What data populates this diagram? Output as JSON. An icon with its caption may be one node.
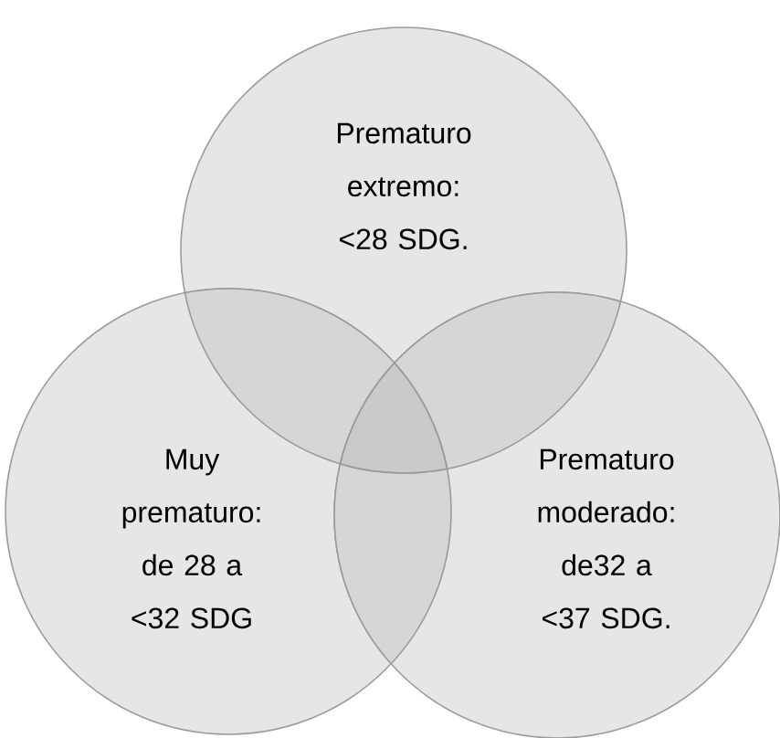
{
  "diagram": {
    "nodes": [
      {
        "text": [
          "Prematuro extremo: <28 SDG."
        ]
      },
      {
        "text": [
          "Muy prematuro: de 28 a <32 SDG"
        ]
      },
      {
        "text": [
          "Prematuro moderado: de32 a <37 SDG."
        ]
      }
    ]
  }
}
